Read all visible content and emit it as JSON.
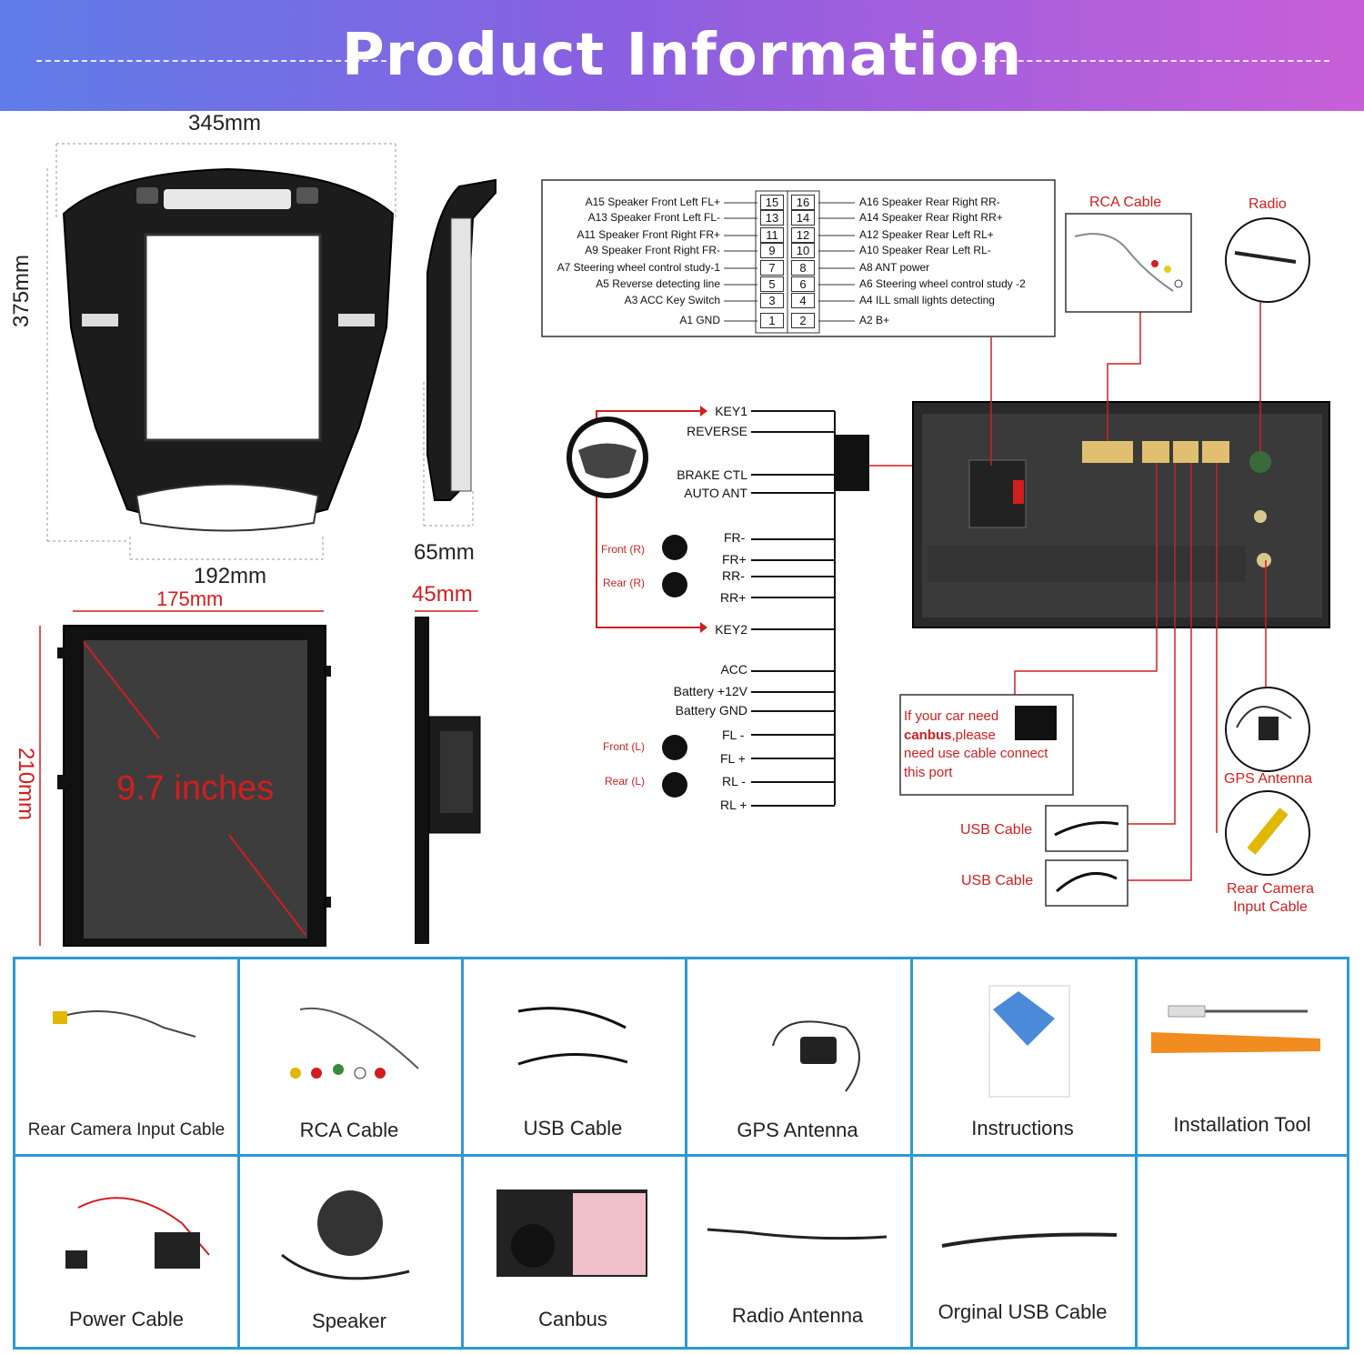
{
  "banner": {
    "title": "Product Information"
  },
  "dimensions": {
    "frame_width": "345mm",
    "frame_height": "375mm",
    "frame_inner_width": "192mm",
    "frame_depth": "65mm",
    "screen_width": "175mm",
    "screen_depth": "45mm",
    "screen_height": "210mm",
    "screen_diagonal": "9.7 inches"
  },
  "pin_table": {
    "left": [
      "A15 Speaker Front Left FL+",
      "A13 Speaker Front Left FL-",
      "A11 Speaker Front Right FR+",
      "A9 Speaker Front Right FR-",
      "A7 Steering wheel control study-1",
      "A5 Reverse detecting line",
      "A3 ACC Key Switch",
      "A1 GND"
    ],
    "right": [
      "A16 Speaker Rear Right RR-",
      "A14 Speaker Rear Right RR+",
      "A12 Speaker Rear Left RL+",
      "A10 Speaker Rear Left RL-",
      "A8 ANT power",
      "A6 Steering wheel control study -2",
      "A4 ILL small lights detecting",
      "A2 B+"
    ],
    "numbers_left": [
      "15",
      "13",
      "11",
      "9",
      "7",
      "5",
      "3",
      "1"
    ],
    "numbers_right": [
      "16",
      "14",
      "12",
      "10",
      "8",
      "6",
      "4",
      "2"
    ]
  },
  "wiring": {
    "top": [
      "KEY1",
      "REVERSE",
      "BRAKE CTL",
      "AUTO ANT"
    ],
    "speakers_right": [
      "FR-",
      "FR+",
      "RR-",
      "RR+"
    ],
    "speaker_labels_right": [
      "Front (R)",
      "Rear (R)"
    ],
    "key2": "KEY2",
    "power": [
      "ACC",
      "Battery +12V",
      "Battery GND"
    ],
    "speakers_left": [
      "FL -",
      "FL +",
      "RL -",
      "RL +"
    ],
    "speaker_labels_left": [
      "Front (L)",
      "Rear (L)"
    ]
  },
  "connections": {
    "rca_cable": "RCA Cable",
    "radio": "Radio",
    "gps_antenna": "GPS Antenna",
    "rear_camera": "Rear Camera Input Cable",
    "usb_cable_1": "USB Cable",
    "usb_cable_2": "USB Cable",
    "canbus_note_1": "If your car need",
    "canbus_note_bold": "canbus",
    "canbus_note_2": ",please",
    "canbus_note_3": "need use cable connect",
    "canbus_note_4": "this port"
  },
  "accessories": [
    "Rear Camera Input Cable",
    "RCA Cable",
    "USB Cable",
    "GPS Antenna",
    "Instructions",
    "Installation Tool",
    "Power Cable",
    "Speaker",
    "Canbus",
    "Radio Antenna",
    "Orginal USB Cable"
  ],
  "colors": {
    "accent_blue": "#2b9ad4",
    "wire_red": "#d21e1e",
    "banner_start": "#5f7de8",
    "banner_end": "#c85fd8"
  }
}
